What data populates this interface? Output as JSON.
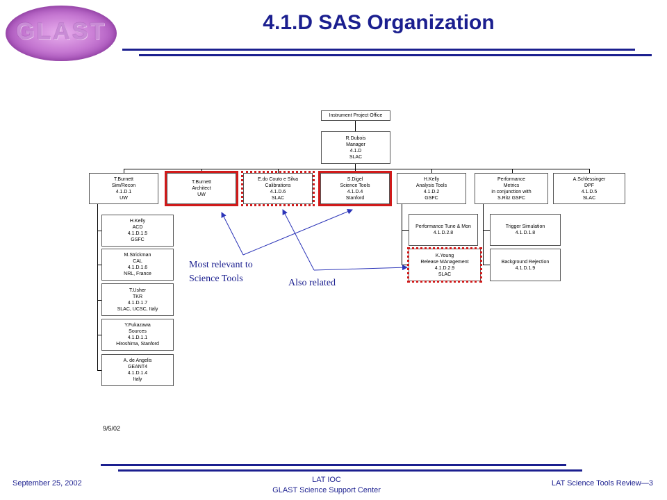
{
  "logo": {
    "text": "GLAST"
  },
  "title": "4.1.D SAS Organization",
  "org": {
    "top": {
      "line1": "Instrument Project Office"
    },
    "manager": {
      "line1": "R.Dubois",
      "line2": "Manager",
      "line3": "4.1.D",
      "line4": "SLAC"
    },
    "groups": [
      {
        "line1": "T.Burnett",
        "line2": "Sim/Recon",
        "line3": "4.1.D.1",
        "line4": "UW"
      },
      {
        "line1": "T.Burnett",
        "line2": "Architect",
        "line3": "UW"
      },
      {
        "line1": "E.do Couto e Silva",
        "line2": "Calibrations",
        "line3": "4.1.D.6",
        "line4": "SLAC"
      },
      {
        "line1": "S.Digel",
        "line2": "Science Tools",
        "line3": "4.1.D.4",
        "line4": "Stanford"
      },
      {
        "line1": "H.Kelly",
        "line2": "Analysis Tools",
        "line3": "4.1.D.2",
        "line4": "GSFC"
      },
      {
        "line1": "Performance",
        "line2": "Metrics",
        "line3": "in conjunction with",
        "line4": "S.Ritz GSFC"
      },
      {
        "line1": "A.Schlessinger",
        "line2": "DPF",
        "line3": "4.1.D.5",
        "line4": "SLAC"
      }
    ],
    "simrecon_children": [
      {
        "line1": "H.Kelly",
        "line2": "ACD",
        "line3": "4.1.D.1.5",
        "line4": "GSFC"
      },
      {
        "line1": "M.Strickman",
        "line2": "CAL",
        "line3": "4.1.D.1.6",
        "line4": "NRL, France"
      },
      {
        "line1": "T.Usher",
        "line2": "TKR",
        "line3": "4.1.D.1.7",
        "line4": "SLAC, UCSC, Italy"
      },
      {
        "line1": "Y.Fukazawa",
        "line2": "Sources",
        "line3": "4.1.D.1.1",
        "line4": "Hiroshima, Stanford"
      },
      {
        "line1": "A. de Angelis",
        "line2": "GEANT4",
        "line3": "4.1.D.1.4",
        "line4": "Italy"
      }
    ],
    "analysis_children": [
      {
        "line1": "Performance Tune & Mon",
        "line2": "4.1.D.2.8"
      },
      {
        "line1": "K.Young",
        "line2": "Release MAnagement",
        "line3": "4.1.D.2.9",
        "line4": "SLAC"
      }
    ],
    "metrics_children": [
      {
        "line1": "Trigger Simulation",
        "line2": "4.1.D.1.8"
      },
      {
        "line1": "Background Rejection",
        "line2": "4.1.D.1.9"
      }
    ]
  },
  "notes": {
    "most_relevant_line1": "Most relevant to",
    "most_relevant_line2": "Science Tools",
    "also_related": "Also related"
  },
  "chart_date": "9/5/02",
  "footer": {
    "date": "September 25, 2002",
    "center_line1": "LAT IOC",
    "center_line2": "GLAST Science Support Center",
    "right": "LAT Science Tools Review—3"
  },
  "colors": {
    "accent": "#1b1f8f",
    "highlight": "#d01a1a"
  }
}
